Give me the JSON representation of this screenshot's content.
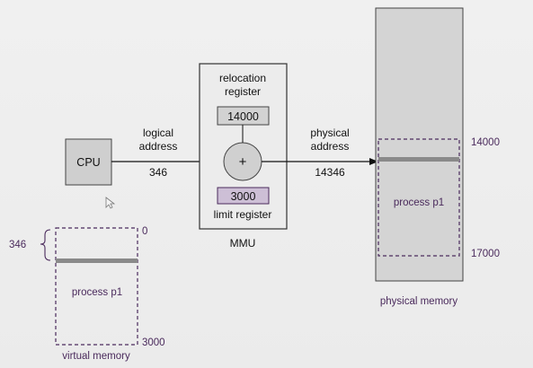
{
  "cpu": {
    "label": "CPU"
  },
  "mmu": {
    "label": "MMU",
    "relocation_label_line1": "relocation",
    "relocation_label_line2": "register",
    "relocation_value": "14000",
    "adder_symbol": "+",
    "limit_value": "3000",
    "limit_label": "limit register"
  },
  "logical": {
    "label_line1": "logical",
    "label_line2": "address",
    "value": "346"
  },
  "physical": {
    "label_line1": "physical",
    "label_line2": "address",
    "value": "14346"
  },
  "physical_memory": {
    "label": "physical memory",
    "start_address": "14000",
    "end_address": "17000",
    "process_label": "process p1"
  },
  "virtual_memory": {
    "label": "virtual memory",
    "start_address": "0",
    "end_address": "3000",
    "offset_label": "346",
    "process_label": "process p1"
  },
  "colors": {
    "background": "#ececec",
    "box_fill": "#d0d0d0",
    "memory_fill": "#d3d3d3",
    "dashed_border": "#4a2a5c",
    "marker_bar": "#8a8a8a"
  }
}
